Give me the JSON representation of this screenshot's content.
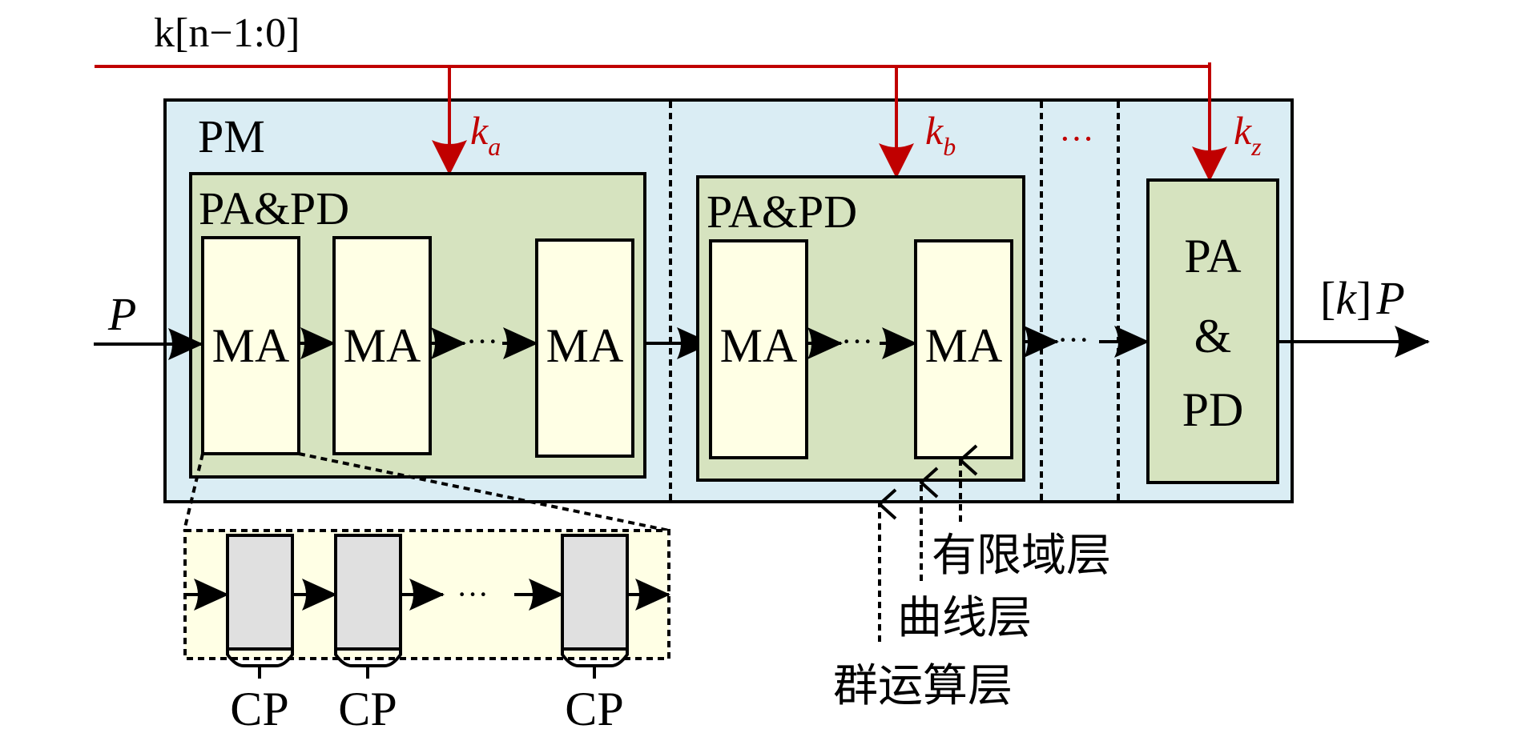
{
  "figure": {
    "key_bus_label": "k[n−1:0]",
    "input_label": "P",
    "output_label": "[k]P",
    "pm_label": "PM",
    "colors": {
      "key_red": "#c00000",
      "pm_fill": "#daedf4",
      "papd_fill": "#d6e3bf",
      "ma_fill": "#ffffe5",
      "cp_fill": "#e0e0e0",
      "stroke": "#000000"
    },
    "stages": [
      {
        "key_label": "k",
        "key_subscript": "a",
        "title": "PA&PD",
        "units": [
          "MA",
          "MA",
          "MA"
        ],
        "ellipsis": "···"
      },
      {
        "key_label": "k",
        "key_subscript": "b",
        "title": "PA&PD",
        "units": [
          "MA",
          "MA"
        ],
        "ellipsis": "···"
      },
      {
        "key_label": "k",
        "key_subscript": "z",
        "title_lines": [
          "PA",
          "&",
          "PD"
        ]
      }
    ],
    "between_stage_ellipsis": "···",
    "red_ellipsis": "···",
    "detail": {
      "cp_labels": [
        "CP",
        "CP",
        "CP"
      ],
      "ellipsis": "···"
    },
    "layers": [
      {
        "name": "finite-field-layer",
        "label": "有限域层"
      },
      {
        "name": "curve-layer",
        "label": "曲线层"
      },
      {
        "name": "group-operation-layer",
        "label": "群运算层"
      }
    ]
  }
}
